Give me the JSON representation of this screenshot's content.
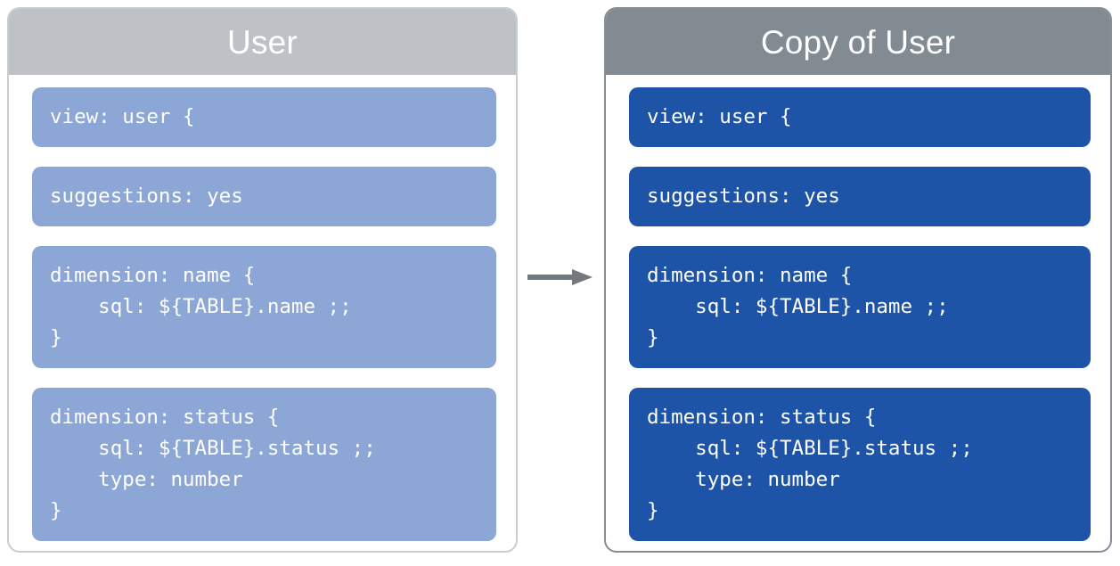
{
  "diagram": {
    "type": "copy-transformation",
    "connector": {
      "icon": "arrow-right-icon",
      "direction": "left-to-right",
      "color": "#74787f"
    },
    "panels": [
      {
        "id": "source",
        "title": "User",
        "header_color": "#bec2c6",
        "block_color": "#8ca6d6",
        "border_color": "#c9cdd1",
        "blocks": [
          {
            "name": "view-declaration",
            "code": "view: user {"
          },
          {
            "name": "suggestions-setting",
            "code": "suggestions: yes"
          },
          {
            "name": "dimension-name",
            "code": "dimension: name {\n    sql: ${TABLE}.name ;;\n}"
          },
          {
            "name": "dimension-status",
            "code": "dimension: status {\n    sql: ${TABLE}.status ;;\n    type: number\n}"
          }
        ]
      },
      {
        "id": "copy",
        "title": "Copy of User",
        "header_color": "#828a92",
        "block_color": "#1e54a8",
        "border_color": "#868d94",
        "blocks": [
          {
            "name": "view-declaration",
            "code": "view: user {"
          },
          {
            "name": "suggestions-setting",
            "code": "suggestions: yes"
          },
          {
            "name": "dimension-name",
            "code": "dimension: name {\n    sql: ${TABLE}.name ;;\n}"
          },
          {
            "name": "dimension-status",
            "code": "dimension: status {\n    sql: ${TABLE}.status ;;\n    type: number\n}"
          }
        ]
      }
    ]
  }
}
